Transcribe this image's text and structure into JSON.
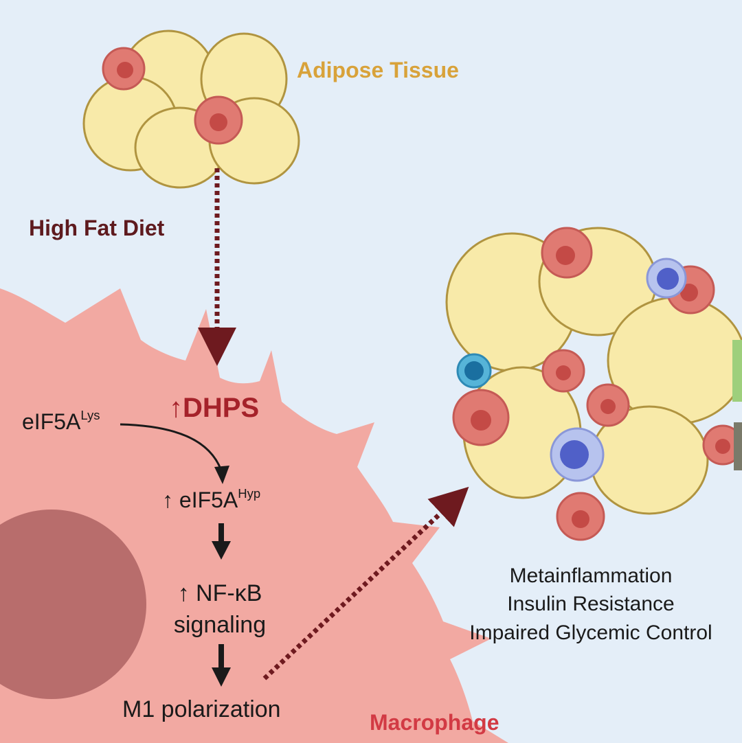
{
  "labels": {
    "adipose_tissue": "Adipose Tissue",
    "high_fat_diet": "High Fat Diet",
    "dhps_arrow": "↑",
    "dhps": "DHPS",
    "eif5a_lys_base": "eIF5A",
    "eif5a_lys_sup": "Lys",
    "eif5a_hyp_prefix": "↑ eIF5A",
    "eif5a_hyp_sup": "Hyp",
    "nfkb_line1": "↑ NF-κB",
    "nfkb_line2": "signaling",
    "m1_polarization": "M1 polarization",
    "macrophage": "Macrophage"
  },
  "outcomes": [
    "Metainflammation",
    "Insulin Resistance",
    "Impaired Glycemic Control"
  ],
  "colors": {
    "background": "#e4eef8",
    "adipocyte_fill": "#f8eaa9",
    "adipocyte_stroke": "#b09440",
    "macrophage_body": "#f2a9a2",
    "macrophage_nucleus": "#b86d6c",
    "immune_cell": "#e07a72",
    "dark_red_arrow": "#6e1a1f",
    "adipose_label": "#d8a23a",
    "high_fat_diet_label": "#5e1a1e",
    "dhps_label": "#a5222a",
    "macrophage_label": "#d23a44",
    "body_text": "#1a1a1a"
  }
}
